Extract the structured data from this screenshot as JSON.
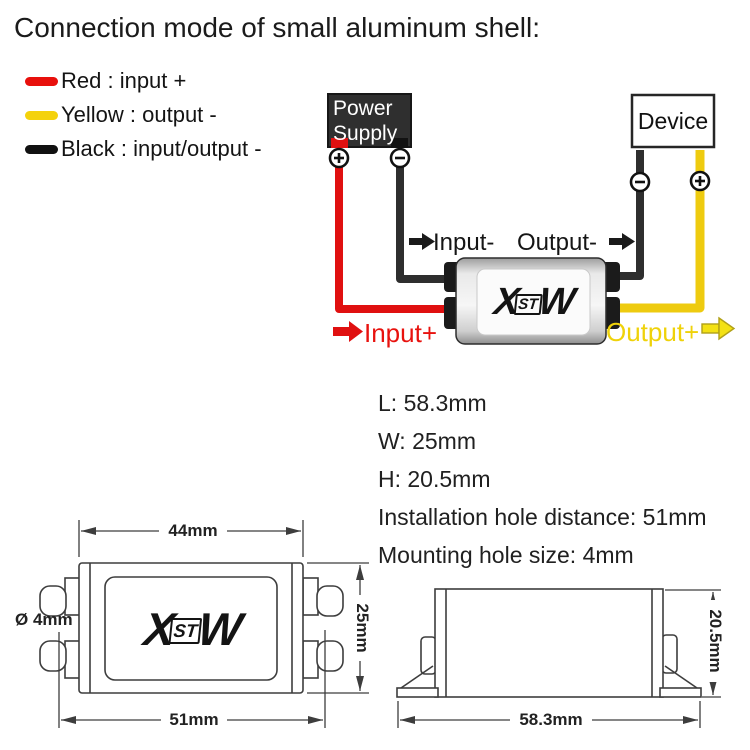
{
  "title": "Connection mode of small aluminum shell:",
  "legend": [
    {
      "label": "Red : input +",
      "color": "#e8100c"
    },
    {
      "label": "Yellow : output -",
      "color": "#f4d20c"
    },
    {
      "label": "Black : input/output -",
      "color": "#111111"
    }
  ],
  "diagram": {
    "power_supply_label": "Power Supply",
    "device_label": "Device",
    "input_minus_label": "Input-",
    "output_minus_label": "Output-",
    "input_plus_label": "Input+",
    "output_plus_label": "Output+",
    "logo": {
      "x": "X",
      "st": "ST",
      "w": "W"
    }
  },
  "specs": {
    "length": "L: 58.3mm",
    "width": "W: 25mm",
    "height": "H: 20.5mm",
    "hole_distance": "Installation hole distance: 51mm",
    "hole_size": "Mounting hole size: 4mm"
  },
  "top_view": {
    "body_width": "44mm",
    "body_height": "25mm",
    "hole_distance": "51mm",
    "hole_diameter": "Ø 4mm",
    "logo": {
      "x": "X",
      "st": "ST",
      "w": "W"
    }
  },
  "side_view": {
    "length": "58.3mm",
    "height": "20.5mm"
  },
  "colors": {
    "wire_red": "#e01010",
    "wire_yellow": "#eecb10",
    "wire_black": "#2a2a2a",
    "power_supply_bg": "#2f2f2f",
    "input_plus_text": "#e8120e",
    "output_plus_text": "#efd20a"
  }
}
